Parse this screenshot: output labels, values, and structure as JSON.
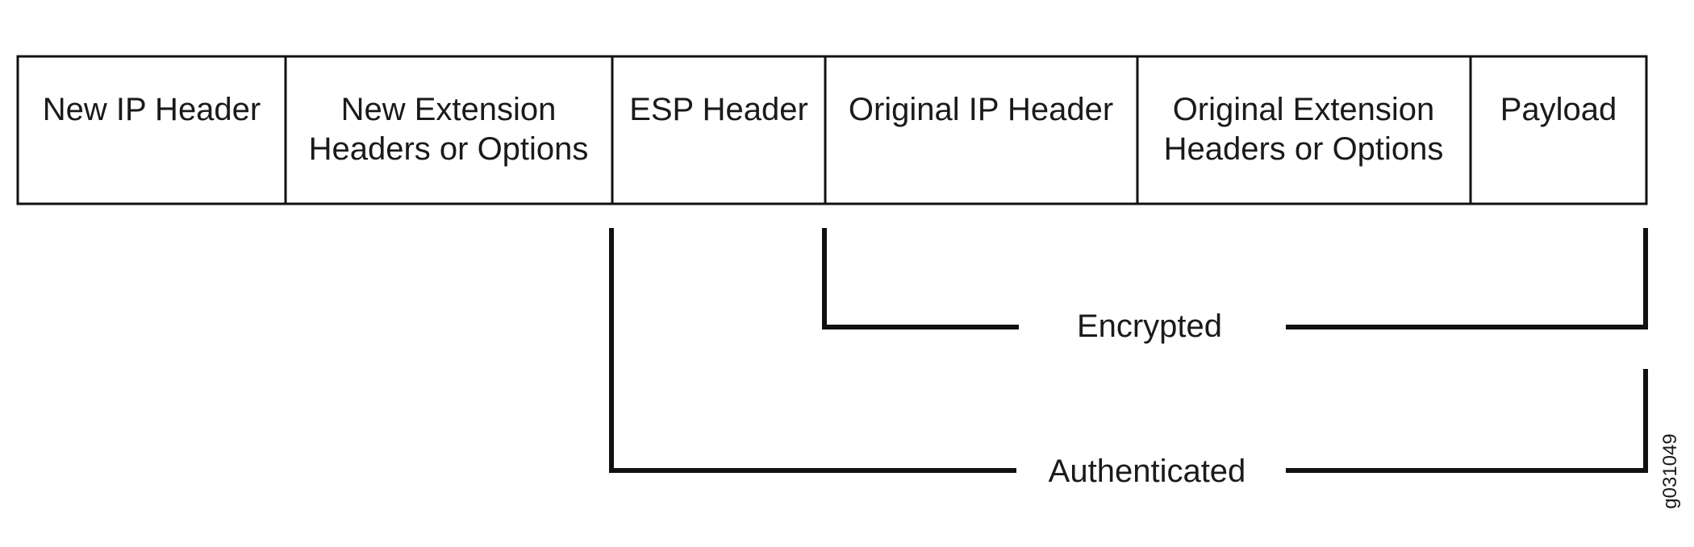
{
  "packet": {
    "fields": [
      {
        "lines": [
          "New IP Header"
        ]
      },
      {
        "lines": [
          "New Extension",
          "Headers or Options"
        ]
      },
      {
        "lines": [
          "ESP Header"
        ]
      },
      {
        "lines": [
          "Original IP Header"
        ]
      },
      {
        "lines": [
          "Original Extension",
          "Headers or Options"
        ]
      },
      {
        "lines": [
          "Payload"
        ]
      }
    ]
  },
  "brackets": {
    "encrypted": "Encrypted",
    "authenticated": "Authenticated"
  },
  "figure_id": "g031049"
}
